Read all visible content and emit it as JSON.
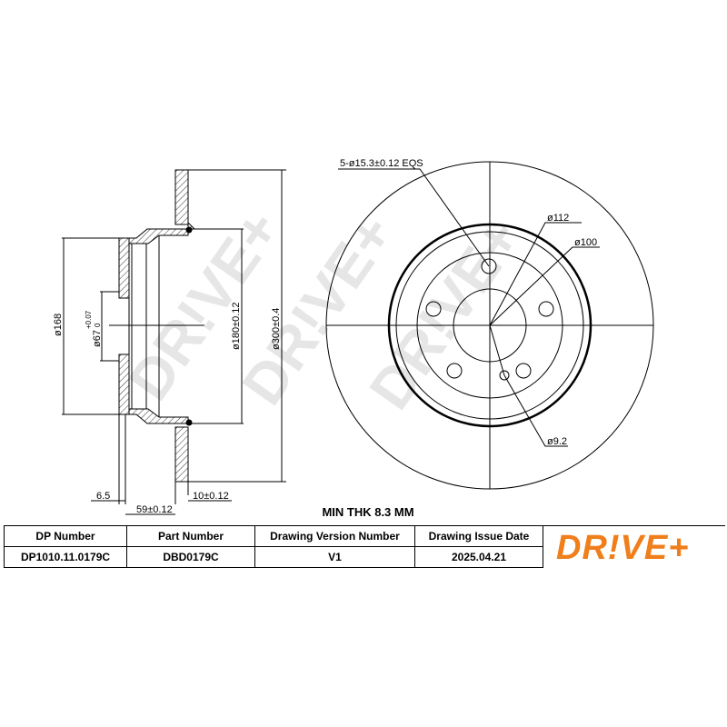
{
  "watermark": "DR!VE+",
  "side_view": {
    "d168": "ø168",
    "d67": "ø67",
    "d67_tol_upper": "+0.07",
    "d67_tol_lower": "0",
    "d180": "ø180±0.12",
    "d300": "ø300±0.4",
    "w6_5": "6.5",
    "w59": "59±0.12",
    "w10": "10±0.12"
  },
  "front_view": {
    "bolts": "5-ø15.3±0.12 EQS",
    "d112": "ø112",
    "d100": "ø100",
    "d9_2": "ø9.2"
  },
  "min_thk": "MIN THK 8.3 MM",
  "table": {
    "headers": [
      "DP Number",
      "Part Number",
      "Drawing Version Number",
      "Drawing Issue Date"
    ],
    "values": [
      "DP1010.11.0179C",
      "DBD0179C",
      "V1",
      "2025.04.21"
    ]
  },
  "logo": "DR!VE+",
  "colors": {
    "brand": "#f07e1b"
  }
}
